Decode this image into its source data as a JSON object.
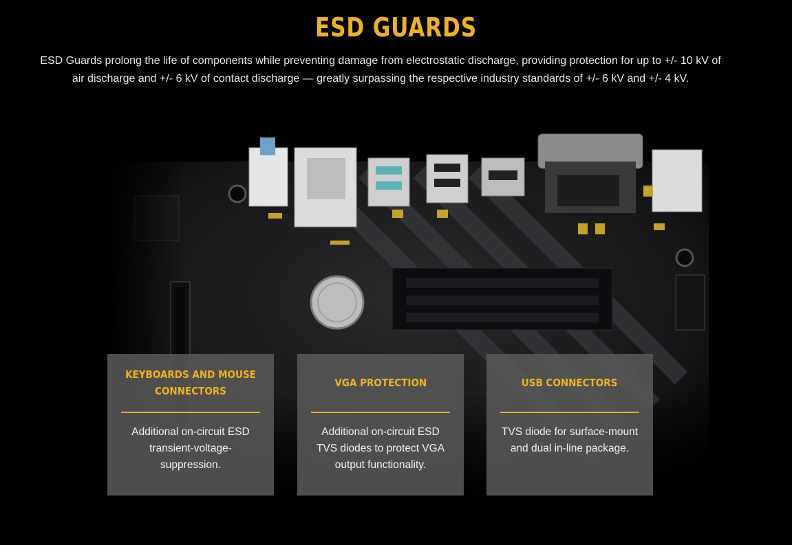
{
  "header": {
    "title": "ESD GUARDS",
    "description": "ESD Guards prolong the life of components while preventing damage from electrostatic discharge, providing protection for up to +/- 10 kV of air discharge and +/- 6 kV of contact discharge — greatly surpassing the respective industry standards of +/- 6 kV and +/- 4 kV."
  },
  "colors": {
    "accent": "#f1b31c",
    "background": "#000000",
    "card": "#585858"
  },
  "cards": [
    {
      "title": "KEYBOARDS AND MOUSE CONNECTORS",
      "text": "Additional on-circuit ESD transient-voltage-suppression."
    },
    {
      "title": "VGA PROTECTION",
      "text": "Additional on-circuit ESD TVS diodes to protect VGA output functionality."
    },
    {
      "title": "USB CONNECTORS",
      "text": "TVS diode for surface-mount and dual in-line package."
    }
  ]
}
